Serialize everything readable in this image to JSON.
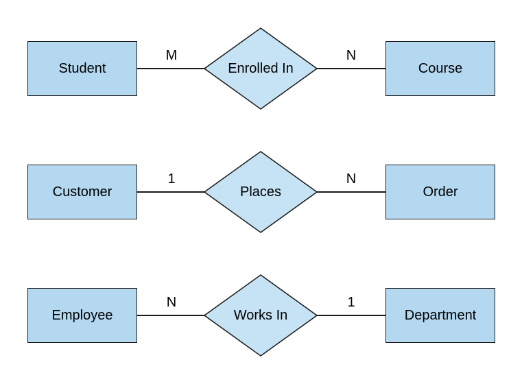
{
  "diagram": {
    "kind": "entity-relationship-diagram",
    "colors": {
      "background": "#ffffff",
      "entity_fill": "#B3D8F0",
      "relationship_fill": "#C6E3F5",
      "stroke": "#1a1a1a",
      "text": "#000000"
    },
    "relationships": [
      {
        "left_entity": "Student",
        "left_cardinality": "M",
        "relationship": "Enrolled In",
        "right_cardinality": "N",
        "right_entity": "Course"
      },
      {
        "left_entity": "Customer",
        "left_cardinality": "1",
        "relationship": "Places",
        "right_cardinality": "N",
        "right_entity": "Order"
      },
      {
        "left_entity": "Employee",
        "left_cardinality": "N",
        "relationship": "Works In",
        "right_cardinality": "1",
        "right_entity": "Department"
      }
    ]
  }
}
